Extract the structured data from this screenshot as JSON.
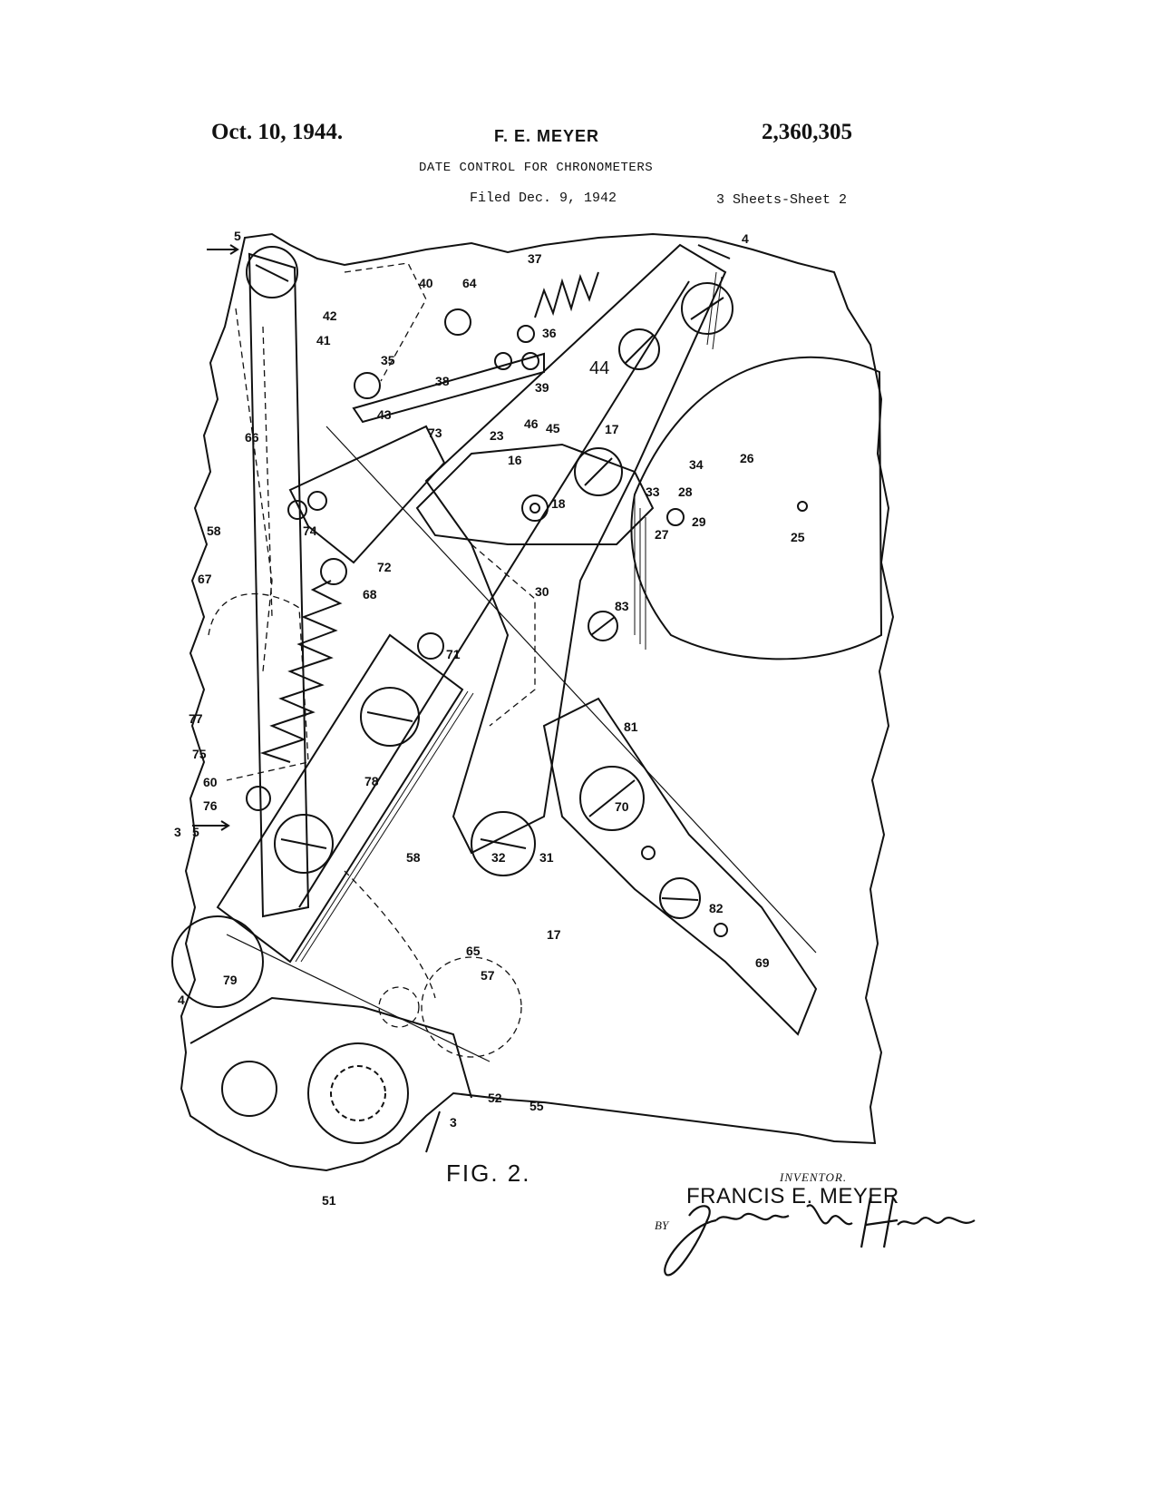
{
  "header": {
    "date": "Oct. 10, 1944.",
    "inventor_short": "F. E. MEYER",
    "patent_number": "2,360,305",
    "title": "DATE CONTROL FOR CHRONOMETERS",
    "filed": "Filed Dec. 9, 1942",
    "sheets": "3 Sheets-Sheet 2"
  },
  "figure": {
    "caption": "FIG. 2.",
    "reference_numerals": [
      "5",
      "4",
      "37",
      "40",
      "64",
      "42",
      "41",
      "35",
      "36",
      "44",
      "38",
      "39",
      "43",
      "46",
      "45",
      "73",
      "23",
      "17",
      "16",
      "18",
      "66",
      "34",
      "26",
      "33",
      "28",
      "29",
      "27",
      "25",
      "58",
      "74",
      "72",
      "67",
      "68",
      "30",
      "83",
      "71",
      "81",
      "77",
      "75",
      "60",
      "78",
      "76",
      "3",
      "70",
      "58",
      "32",
      "31",
      "82",
      "17",
      "65",
      "57",
      "79",
      "69",
      "52",
      "55",
      "51"
    ]
  },
  "signature": {
    "inventor_label": "INVENTOR.",
    "inventor_name": "FRANCIS E. MEYER",
    "by_label": "BY",
    "attorney": "James M. Heilman"
  },
  "colors": {
    "ink": "#111111",
    "paper": "#ffffff"
  }
}
